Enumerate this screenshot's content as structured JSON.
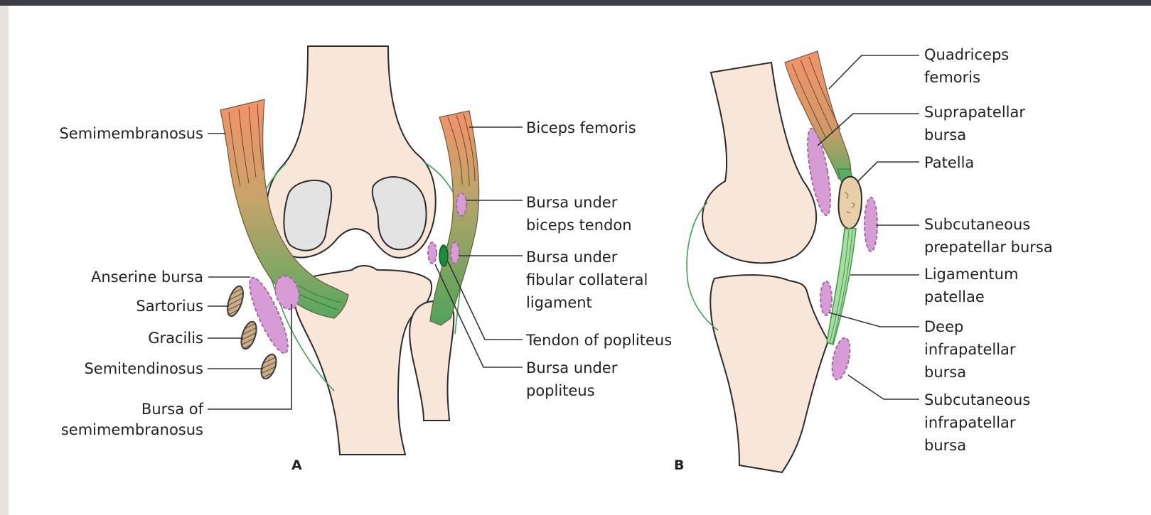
{
  "colors": {
    "bone": "#f8e6d9",
    "cartilage": "#e3e3e3",
    "muscle": "#f2936a",
    "tendon": "#66b86f",
    "bursa": "#d79bd6",
    "capsule": "#3fa25a"
  },
  "panels": {
    "a": "A",
    "b": "B"
  },
  "labels_a": {
    "semimembranosus": "Semimembranosus",
    "anserine_bursa": "Anserine bursa",
    "sartorius": "Sartorius",
    "gracilis": "Gracilis",
    "semitendinosus": "Semitendinosus",
    "bursa_of_semimembranosus": [
      "Bursa of",
      "semimembranosus"
    ],
    "biceps_femoris": "Biceps femoris",
    "bursa_under_biceps_tendon": [
      "Bursa under",
      "biceps tendon"
    ],
    "bursa_under_fibular_collateral_ligament": [
      "Bursa under",
      "fibular collateral",
      "ligament"
    ],
    "tendon_of_popliteus": "Tendon of popliteus",
    "bursa_under_popliteus": [
      "Bursa under",
      "popliteus"
    ]
  },
  "labels_b": {
    "quadriceps_femoris": [
      "Quadriceps",
      "femoris"
    ],
    "suprapatellar_bursa": [
      "Suprapatellar",
      "bursa"
    ],
    "patella": "Patella",
    "subcutaneous_prepatellar_bursa": [
      "Subcutaneous",
      "prepatellar bursa"
    ],
    "ligamentum_patellae": [
      "Ligamentum",
      "patellae"
    ],
    "deep_infrapatellar_bursa": [
      "Deep",
      "infrapatellar",
      "bursa"
    ],
    "subcutaneous_infrapatellar_bursa": [
      "Subcutaneous",
      "infrapatellar",
      "bursa"
    ]
  }
}
